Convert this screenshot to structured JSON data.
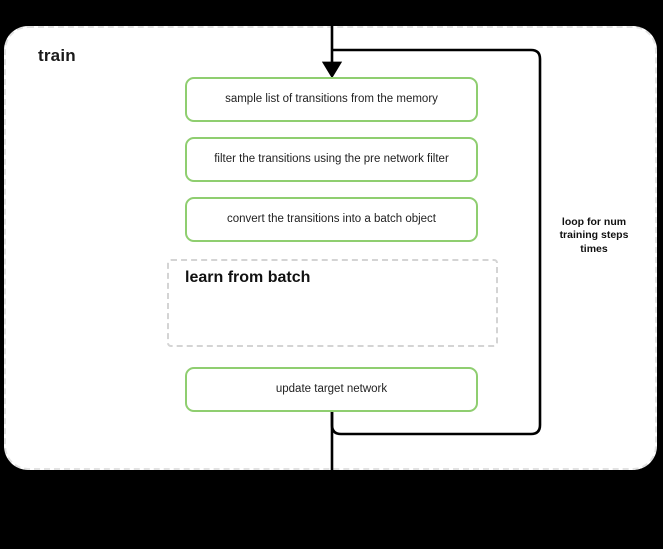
{
  "diagram": {
    "title": "train",
    "background_color": "#000000",
    "container_fill": "#ffffff",
    "container_border_color": "#e2e2e2",
    "accent_green": "#8fce70",
    "connector_color": "#000000",
    "subgraph_border_color": "#d4d4d4"
  },
  "steps": [
    {
      "id": "sample-transitions",
      "label": "sample list of transitions from the memory"
    },
    {
      "id": "filter-transitions",
      "label": "filter the transitions using the pre network filter"
    },
    {
      "id": "convert-transitions",
      "label": "convert the transitions into a batch object"
    },
    {
      "id": "update-target-network",
      "label": "update target network"
    }
  ],
  "subgraph": {
    "id": "learn-from-batch",
    "title": "learn from batch"
  },
  "loop": {
    "caption": "loop for num training steps times"
  }
}
